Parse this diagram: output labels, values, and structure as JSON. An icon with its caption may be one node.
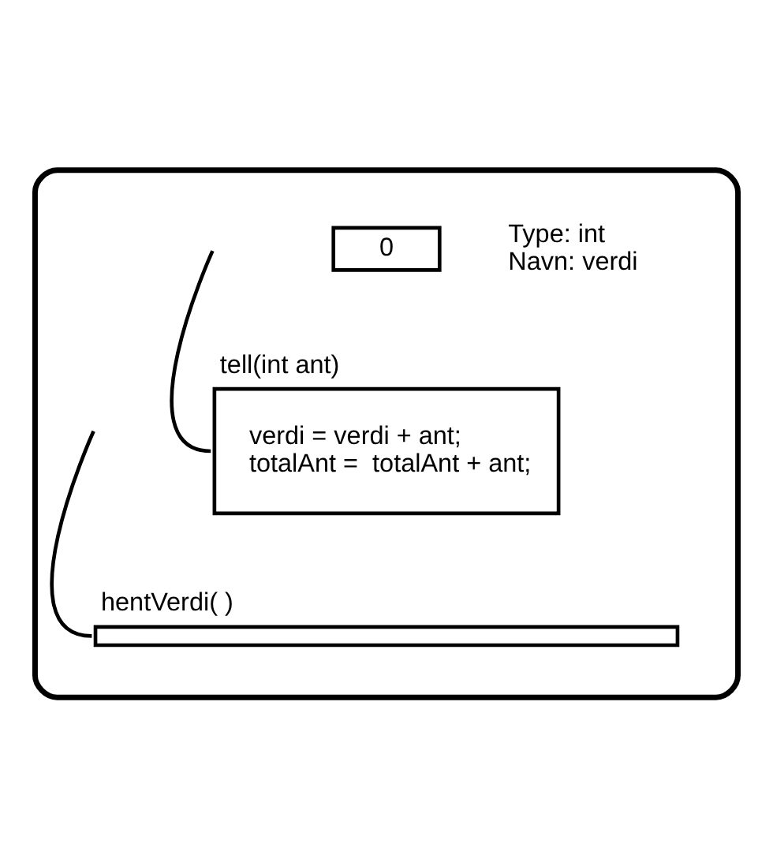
{
  "diagram": {
    "nodes": [
      {
        "text": [],
        "shape": "box"
      },
      {
        "text": [
          "0"
        ],
        "in": 0,
        "beside": [
          "Type: int",
          "Navn: verdi"
        ]
      },
      {
        "text": [
          "tell(int ant)",
          "verdi = verdi + ant;",
          "totalAnt =  totalAnt + ant;"
        ],
        "in": 0
      },
      {
        "text": [
          "hentVerdi( )"
        ],
        "in": 0
      }
    ],
    "edges": [
      {
        "from": null,
        "to": 2,
        "arrow": "none"
      },
      {
        "from": null,
        "to": 3,
        "arrow": "none"
      }
    ]
  }
}
